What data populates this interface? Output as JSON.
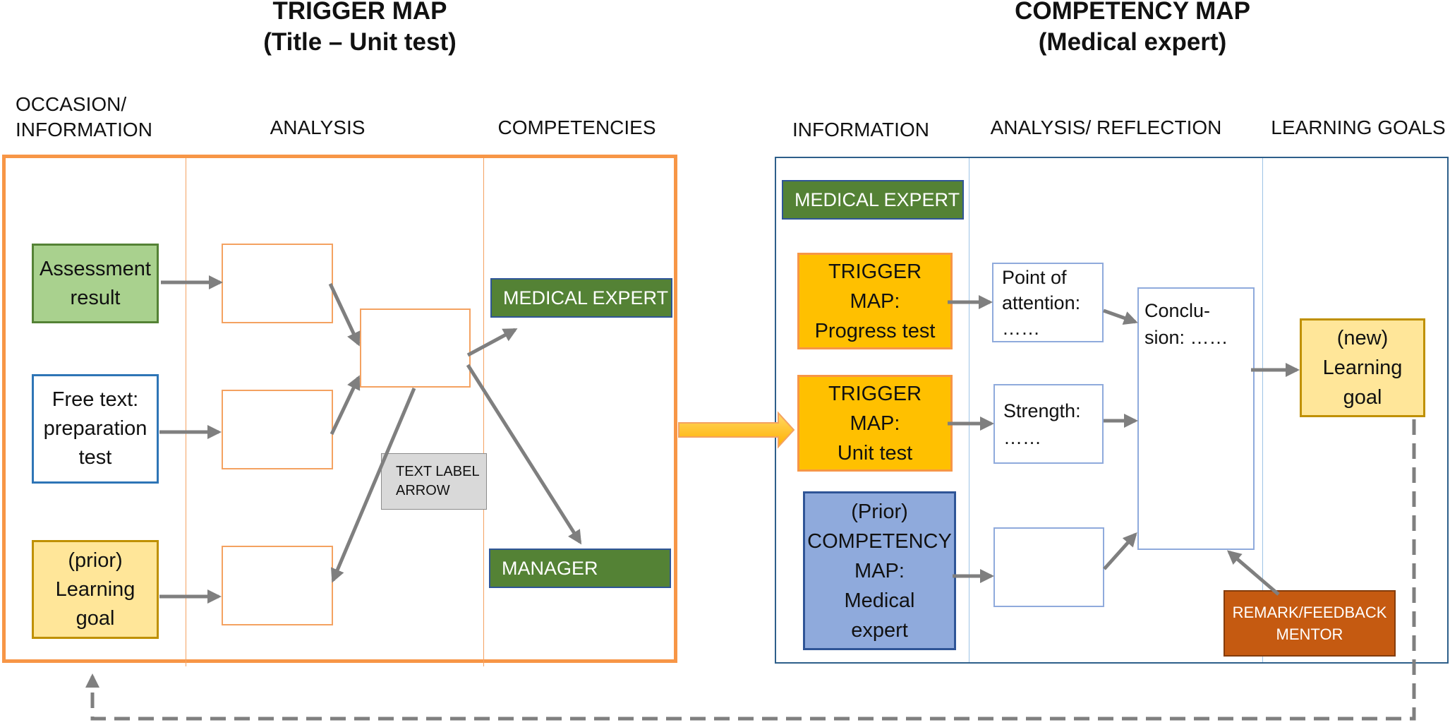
{
  "trigger_map": {
    "title": "TRIGGER MAP",
    "subtitle": "(Title – Unit test)",
    "columns": {
      "occasion": "OCCASION/\nINFORMATION",
      "analysis": "ANALYSIS",
      "competencies": "COMPETENCIES"
    },
    "inputs": {
      "assessment": "Assessment\nresult",
      "free_text": "Free text:\npreparation\ntest",
      "prior_goal": "(prior)\nLearning\ngoal"
    },
    "text_label_arrow": "TEXT LABEL\nARROW",
    "competencies": {
      "medical_expert": "MEDICAL EXPERT",
      "manager": "MANAGER"
    }
  },
  "competency_map": {
    "title": "COMPETENCY MAP",
    "subtitle": "(Medical expert)",
    "columns": {
      "information": "INFORMATION",
      "analysis": "ANALYSIS/ REFLECTION",
      "goals": "LEARNING GOALS"
    },
    "medical_expert_label": "MEDICAL EXPERT",
    "sources": {
      "progress": "TRIGGER\nMAP:\nProgress test",
      "unit": "TRIGGER\nMAP:\nUnit test",
      "prior": "(Prior)\nCOMPETENCY\nMAP:\nMedical\nexpert"
    },
    "analysis": {
      "point": "Point of\nattention:\n……",
      "strength": "Strength:\n……",
      "conclusion": "Conclu-\nsion: ……"
    },
    "new_goal": "(new)\nLearning\ngoal",
    "remark": "REMARK/FEEDBACK\nMENTOR"
  },
  "colors": {
    "orange_frame": "#F79646",
    "blue_frame": "#2E5F8A",
    "green_fill": "#A9D18E",
    "green_label": "#548235",
    "yellow_fill": "#FFE699",
    "gold_fill": "#FFC000",
    "periwinkle_fill": "#8FAADC",
    "rust_fill": "#C55A11",
    "arrow_gray": "#7F7F7F"
  }
}
